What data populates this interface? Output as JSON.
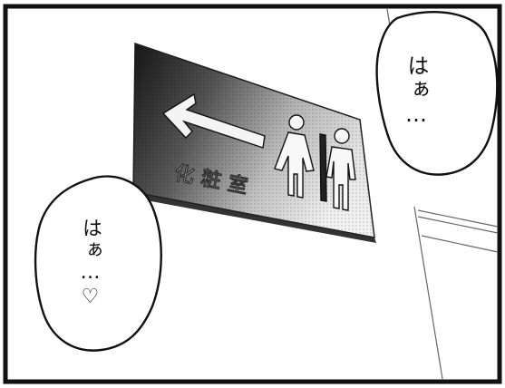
{
  "panel": {
    "sign": {
      "label": "化粧室",
      "arrow_icon": "left-arrow-icon",
      "figures_icon": "restroom-figures-icon"
    },
    "bubbles": {
      "right": {
        "text": "はぁ…"
      },
      "left": {
        "text": "はぁ…♡"
      }
    }
  }
}
